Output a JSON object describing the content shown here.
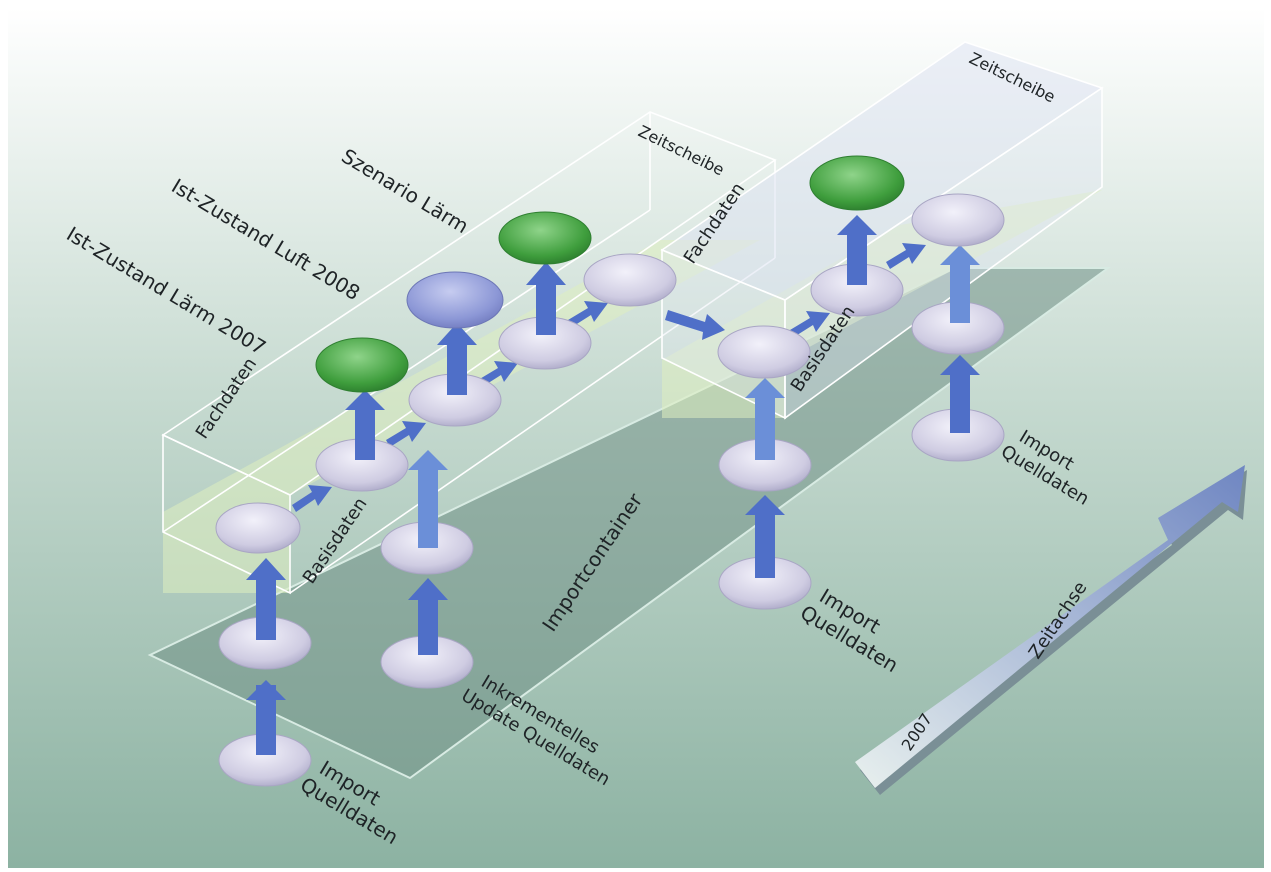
{
  "labels": {
    "szenario_laerm": "Szenario Lärm",
    "ist_zustand_luft": "Ist-Zustand Luft 2008",
    "ist_zustand_laerm": "Ist-Zustand Lärm 2007",
    "zeitscheibe_1": "Zeitscheibe",
    "zeitscheibe_2": "Zeitscheibe",
    "fachdaten_1": "Fachdaten",
    "fachdaten_2": "Fachdaten",
    "basisdaten_1": "Basisdaten",
    "basisdaten_2": "Basisdaten",
    "importcontainer": "Importcontainer",
    "import_1_line1": "Import",
    "import_1_line2": "Quelldaten",
    "inkrementelles_line1": "Inkrementelles",
    "inkrementelles_line2": "Update Quelldaten",
    "import_2_line1": "Import",
    "import_2_line2": "Quelldaten",
    "import_3_line1": "Import",
    "import_3_line2": "Quelldaten",
    "zeitachse": "Zeitachse",
    "year_2007": "2007"
  },
  "colors": {
    "background_top": "#ffffff",
    "background_bottom": "#8fb5a5",
    "disk_lilac": "#c9c6dc",
    "disk_green": "#3c9a3c",
    "disk_blue": "#8d98d8",
    "arrow_blue": "#4f6fc8",
    "basis_band": "#d8e8b4",
    "import_plane": "#6e8f84",
    "axis_arrow": "#7289c0"
  }
}
